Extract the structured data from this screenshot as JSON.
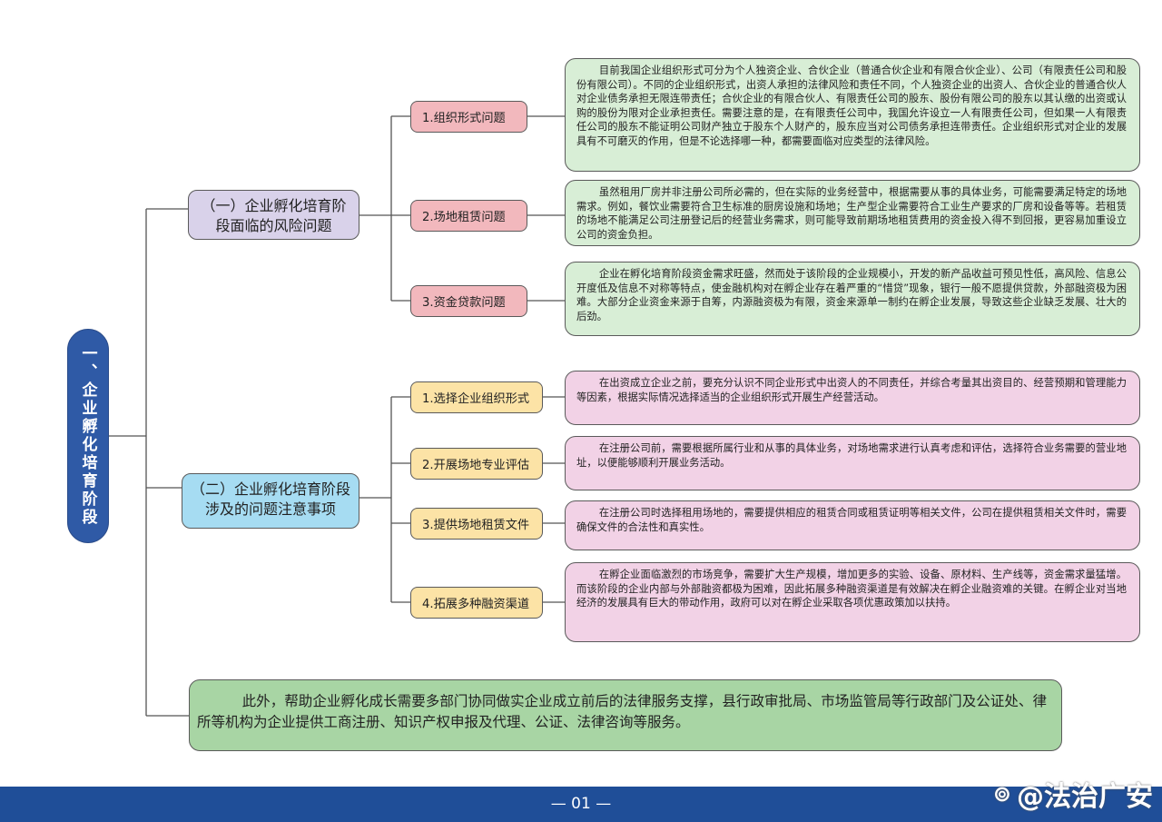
{
  "root": {
    "label": "一、企业孵化培育阶段",
    "color": "#2f5aa6"
  },
  "section1": {
    "title": "（一）企业孵化培育阶段面临的风险问题",
    "color": "#d9d2ea",
    "items": [
      {
        "label": "1.组织形式问题",
        "text": "目前我国企业组织形式可分为个人独资企业、合伙企业（普通合伙企业和有限合伙企业）、公司（有限责任公司和股份有限公司）。不同的企业组织形式，出资人承担的法律风险和责任不同，个人独资企业的出资人、合伙企业的普通合伙人对企业债务承担无限连带责任；合伙企业的有限合伙人、有限责任公司的股东、股份有限公司的股东以其认缴的出资或认购的股份为限对企业承担责任。需要注意的是，在有限责任公司中，我国允许设立一人有限责任公司，但如果一人有限责任公司的股东不能证明公司财产独立于股东个人财产的，股东应当对公司债务承担连带责任。企业组织形式对企业的发展具有不可磨灭的作用，但是不论选择哪一种，都需要面临对应类型的法律风险。"
      },
      {
        "label": "2.场地租赁问题",
        "text": "虽然租用厂房并非注册公司所必需的，但在实际的业务经营中，根据需要从事的具体业务，可能需要满足特定的场地需求。例如，餐饮业需要符合卫生标准的厨房设施和场地；生产型企业需要符合工业生产要求的厂房和设备等等。若租赁的场地不能满足公司注册登记后的经营业务需求，则可能导致前期场地租赁费用的资金投入得不到回报，更容易加重设立公司的资金负担。"
      },
      {
        "label": "3.资金贷款问题",
        "text": "企业在孵化培育阶段资金需求旺盛，然而处于该阶段的企业规模小，开发的新产品收益可预见性低，高风险、信息公开度低及信息不对称等特点，使金融机构对在孵企业存在着严重的“惜贷”现象，银行一般不愿提供贷款，外部融资极为困难。大部分企业资金来源于自筹，内源融资极为有限，资金来源单一制约在孵企业发展，导致这些企业缺乏发展、壮大的后劲。"
      }
    ],
    "label_color": "#f2b8bd",
    "text_color": "#d8eed6"
  },
  "section2": {
    "title": "（二）企业孵化培育阶段涉及的问题注意事项",
    "color": "#a6dcf2",
    "items": [
      {
        "label": "1.选择企业组织形式",
        "text": "在出资成立企业之前，要充分认识不同企业形式中出资人的不同责任，并综合考量其出资目的、经营预期和管理能力等因素，根据实际情况选择适当的企业组织形式开展生产经营活动。"
      },
      {
        "label": "2.开展场地专业评估",
        "text": "在注册公司前，需要根据所属行业和从事的具体业务，对场地需求进行认真考虑和评估，选择符合业务需要的营业地址，以便能够顺利开展业务活动。"
      },
      {
        "label": "3.提供场地租赁文件",
        "text": "在注册公司时选择租用场地的，需要提供相应的租赁合同或租赁证明等相关文件，公司在提供租赁相关文件时，需要确保文件的合法性和真实性。"
      },
      {
        "label": "4.拓展多种融资渠道",
        "text": "在孵企业面临激烈的市场竞争，需要扩大生产规模，增加更多的实验、设备、原材料、生产线等，资金需求量猛增。而该阶段的企业内部与外部融资都极为困难，因此拓展多种融资渠道是有效解决在孵企业融资难的关键。在孵企业对当地经济的发展具有巨大的带动作用，政府可以对在孵企业采取各项优惠政策加以扶持。"
      }
    ],
    "label_color": "#fce3a6",
    "text_color": "#f2d2e6"
  },
  "summary": {
    "text": "此外，帮助企业孵化成长需要多部门协同做实企业成立前后的法律服务支撑，县行政审批局、市场监管局等行政部门及公证处、律所等机构为企业提供工商注册、知识产权申报及代理、公证、法律咨询等服务。",
    "color": "#a8d5a4"
  },
  "footer": {
    "page": "— 01 —",
    "watermark": "@法治广安",
    "color": "#1f4e98"
  }
}
